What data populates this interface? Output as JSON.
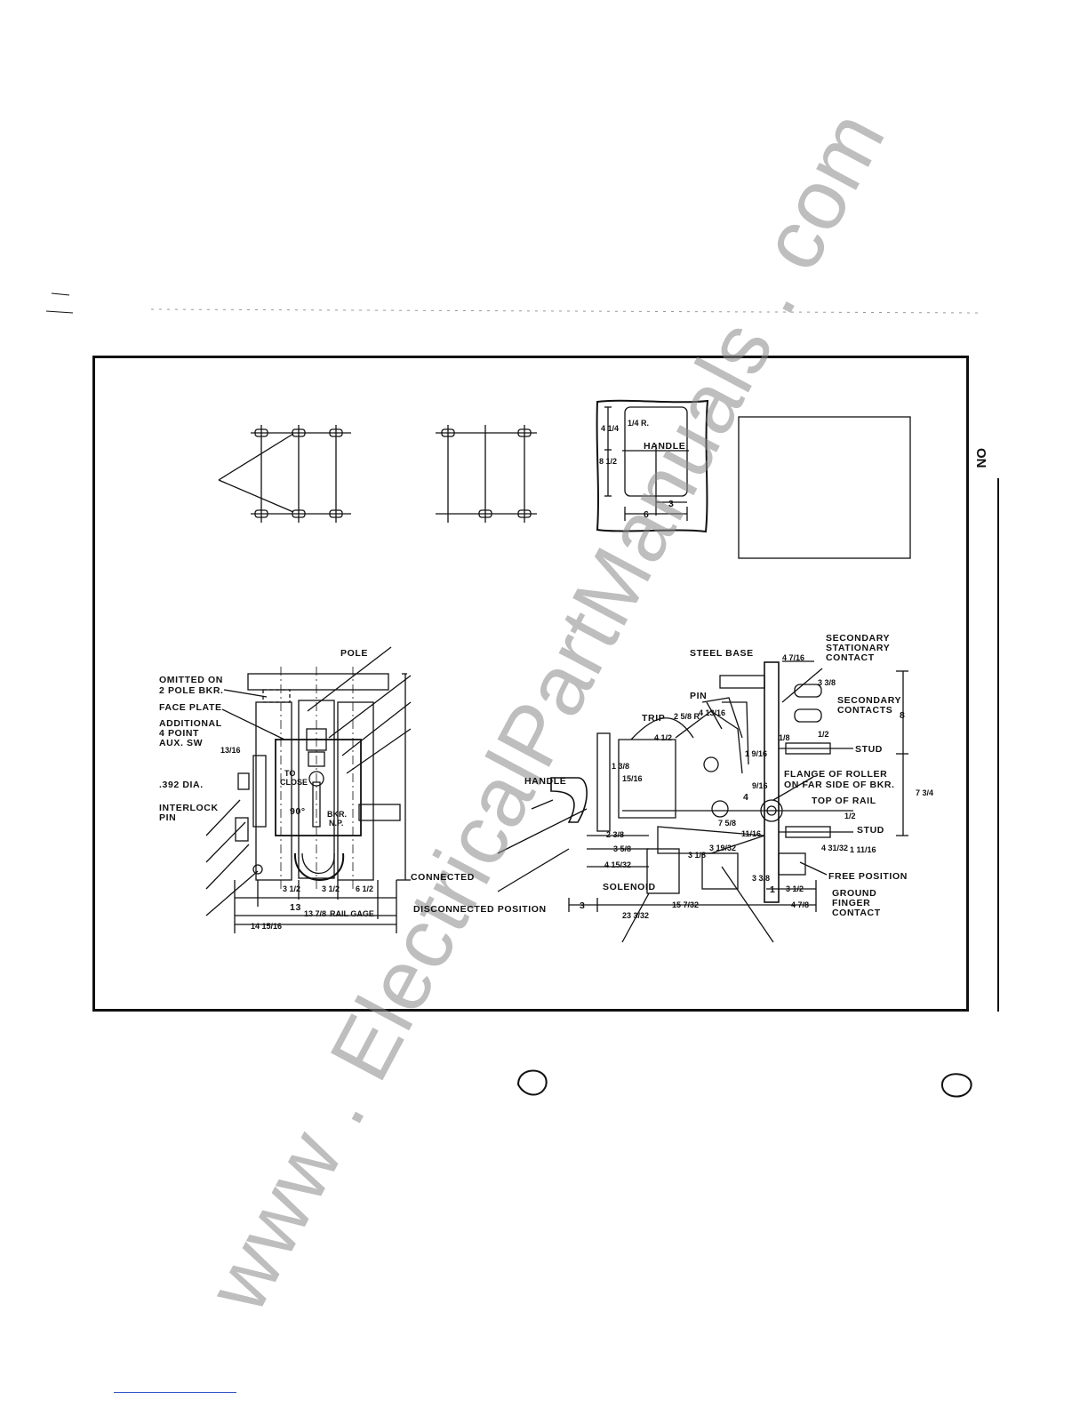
{
  "watermark": "www . ElectricalPartManuals . com",
  "side_label": "ON",
  "plan_view": {
    "handle_label": "HANDLE",
    "dim_radius": "1/4 R.",
    "dim_height_top": "4 1/4",
    "dim_height_total": "8 1/2",
    "dim_width": "6",
    "dim_width_half": "3"
  },
  "front_view": {
    "labels": {
      "pole": "POLE",
      "omitted_on": "OMITTED ON",
      "two_pole_bkr": "2 POLE BKR.",
      "face_plate": "FACE PLATE",
      "additional": "ADDITIONAL",
      "four_point": "4 POINT",
      "aux_sw": "AUX. SW",
      "dia": ".392 DIA.",
      "interlock": "INTERLOCK",
      "pin": "PIN",
      "to": "TO",
      "close": "CLOSE",
      "angle": "90°",
      "bkr": "BKR.",
      "np": "N.P.",
      "connected": "CONNECTED",
      "rail_gage": "RAIL GAGE"
    },
    "dims": {
      "d13_16": "13/16",
      "d3_5a": "3 1/2",
      "d3_5b": "3 1/2",
      "d6_5": "6 1/2",
      "d13": "13",
      "d13_78": "13 7/8",
      "d14_1516": "14 15/16"
    }
  },
  "side_view": {
    "labels": {
      "secondary": "SECONDARY",
      "stationary": "STATIONARY",
      "contact": "CONTACT",
      "steel_base": "STEEL BASE",
      "secondary_contacts_1": "SECONDARY",
      "secondary_contacts_2": "CONTACTS",
      "pin": "PIN",
      "trip": "TRIP",
      "stud_top": "STUD",
      "handle": "HANDLE",
      "flange_1": "FLANGE OF ROLLER",
      "flange_2": "ON FAR SIDE OF BKR.",
      "top_of_rail": "TOP OF RAIL",
      "stud_bottom": "STUD",
      "solenoid": "SOLENOID",
      "free_position": "FREE POSITION",
      "ground": "GROUND",
      "finger": "FINGER",
      "contact2": "CONTACT",
      "disconnected": "DISCONNECTED POSITION"
    },
    "dims": {
      "d4_716": "4 7/16",
      "d3_38": "3 3/8",
      "d8": "8",
      "d2_58r": "2 5/8 R.",
      "d4_1316": "4 13/16",
      "d4_5": "4 1/2",
      "d1_8": "1/8",
      "d1_2a": "1/2",
      "d1_38": "1 3/8",
      "d1_916": "1 9/16",
      "d15_16": "15/16",
      "d9_16": "9/16",
      "d4": "4",
      "d7_34": "7 3/4",
      "d1_2b": "1/2",
      "d7_58": "7 5/8",
      "d11_16a": "11/16",
      "d2_38": "2 3/8",
      "d3_58": "3 5/8",
      "d4_1532": "4 15/32",
      "d3_18": "3 1/8",
      "d3_1932": "3 19/32",
      "d4_3132": "4 31/32",
      "d1_1116": "1 11/16",
      "d3_38b": "3 3/8",
      "d1": "1",
      "d3_5": "3 1/2",
      "d4_78": "4 7/8",
      "d3": "3",
      "d15_732": "15 7/32",
      "d23_332": "23 3/32"
    }
  }
}
